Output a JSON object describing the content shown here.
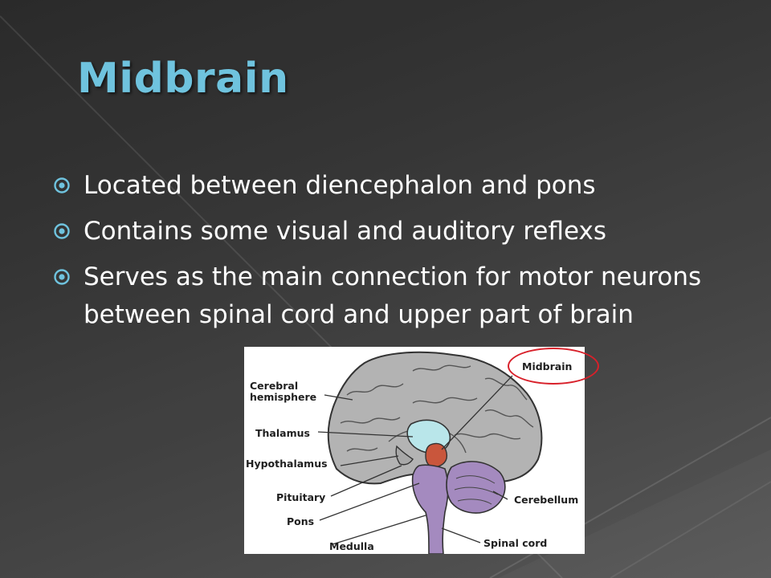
{
  "slide": {
    "title": "Midbrain",
    "bullets": [
      "Located between diencephalon and pons",
      "Contains some visual and auditory reflexs",
      "Serves as the main connection for motor neurons between spinal cord and upper part of brain"
    ],
    "bullet_icon": "circled-dot-icon"
  },
  "diagram": {
    "labels": {
      "cerebral_hemisphere": "Cerebral\nhemisphere",
      "thalamus": "Thalamus",
      "hypothalamus": "Hypothalamus",
      "pituitary": "Pituitary",
      "pons": "Pons",
      "medulla": "Medulla",
      "midbrain": "Midbrain",
      "cerebellum": "Cerebellum",
      "spinal_cord": "Spinal cord"
    }
  },
  "colors": {
    "title": "#6fc3de",
    "bullet_icon": "#6fc3de",
    "highlight_ring": "#d8202a",
    "cerebrum": "#b3b3b3",
    "brainstem": "#a48abf",
    "thalamus": "#b9e6ea",
    "midbrain": "#c9563c"
  }
}
